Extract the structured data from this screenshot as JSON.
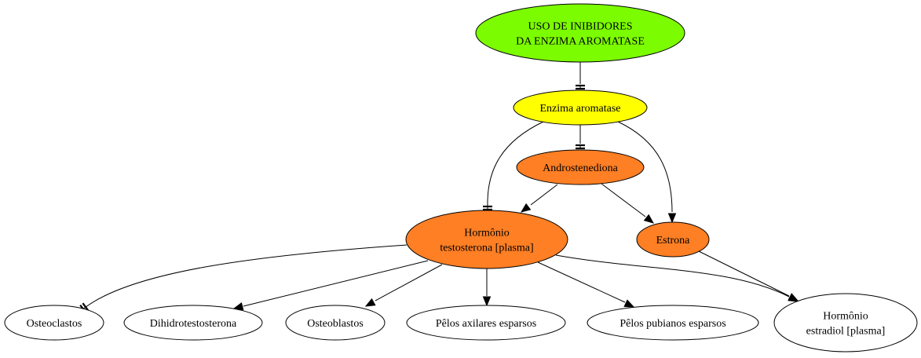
{
  "diagram": {
    "nodes": {
      "inibidores": {
        "lines": [
          "USO DE INIBIDORES",
          "DA ENZIMA AROMATASE"
        ],
        "fill": "#7cfc00"
      },
      "aromatase": {
        "lines": [
          "Enzima aromatase"
        ],
        "fill": "#ffff00"
      },
      "androstenediona": {
        "lines": [
          "Androstenediona"
        ],
        "fill": "#ff7f24"
      },
      "testosterona": {
        "lines": [
          "Hormônio",
          "testosterona [plasma]"
        ],
        "fill": "#ff7f24"
      },
      "estrona": {
        "lines": [
          "Estrona"
        ],
        "fill": "#ff7f24"
      },
      "osteoclastos": {
        "lines": [
          "Osteoclastos"
        ],
        "fill": "#ffffff"
      },
      "dihidrotestosterona": {
        "lines": [
          "Dihidrotestosterona"
        ],
        "fill": "#ffffff"
      },
      "osteoblastos": {
        "lines": [
          "Osteoblastos"
        ],
        "fill": "#ffffff"
      },
      "pelos_axilares": {
        "lines": [
          "Pêlos axilares esparsos"
        ],
        "fill": "#ffffff"
      },
      "pelos_pubianos": {
        "lines": [
          "Pêlos pubianos esparsos"
        ],
        "fill": "#ffffff"
      },
      "estradiol": {
        "lines": [
          "Hormônio",
          "estradiol [plasma]"
        ],
        "fill": "#ffffff"
      }
    },
    "edges": [
      {
        "from": "inibidores",
        "to": "aromatase",
        "type": "inhibits"
      },
      {
        "from": "aromatase",
        "to": "androstenediona",
        "type": "inhibits"
      },
      {
        "from": "aromatase",
        "to": "testosterona",
        "type": "inhibits"
      },
      {
        "from": "aromatase",
        "to": "estrona",
        "type": "activates"
      },
      {
        "from": "androstenediona",
        "to": "testosterona",
        "type": "activates"
      },
      {
        "from": "androstenediona",
        "to": "estrona",
        "type": "activates"
      },
      {
        "from": "estrona",
        "to": "estradiol",
        "type": "activates"
      },
      {
        "from": "testosterona",
        "to": "osteoclastos",
        "type": "inhibits"
      },
      {
        "from": "testosterona",
        "to": "dihidrotestosterona",
        "type": "activates"
      },
      {
        "from": "testosterona",
        "to": "osteoblastos",
        "type": "activates"
      },
      {
        "from": "testosterona",
        "to": "pelos_axilares",
        "type": "activates"
      },
      {
        "from": "testosterona",
        "to": "pelos_pubianos",
        "type": "activates"
      },
      {
        "from": "testosterona",
        "to": "estradiol",
        "type": "activates"
      }
    ]
  }
}
